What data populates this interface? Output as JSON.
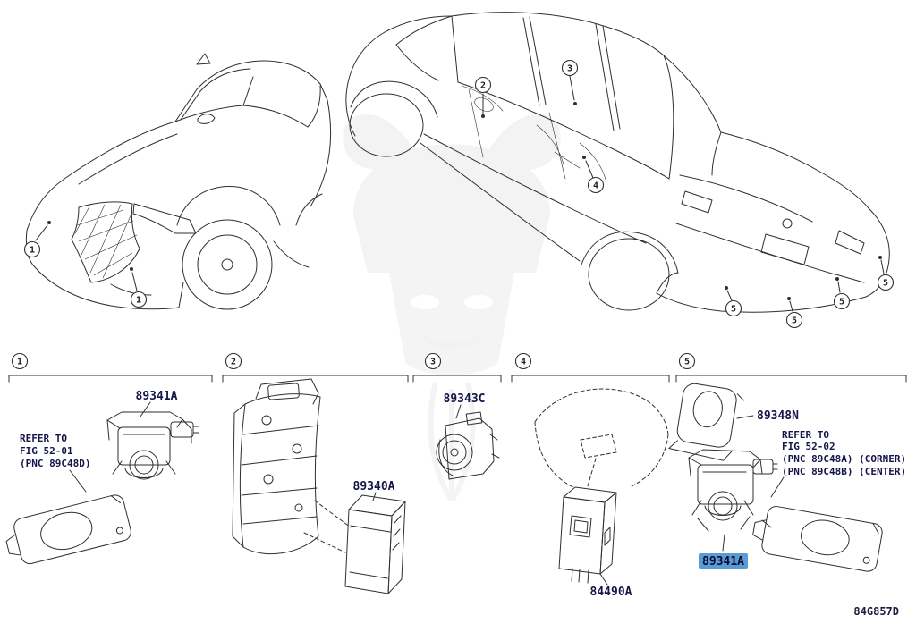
{
  "footer": {
    "diagram_code": "84G857D"
  },
  "callouts": {
    "n1": "1",
    "n2": "2",
    "n3": "3",
    "n4": "4",
    "n5": "5"
  },
  "sections": {
    "s1": {
      "callout": "1",
      "sensor_part": "89341A",
      "note_line1": "REFER TO",
      "note_line2": "FIG 52-01",
      "note_line3": "(PNC 89C48D)"
    },
    "s2": {
      "callout": "2",
      "ecu_part": "89340A"
    },
    "s3": {
      "callout": "3",
      "sensor_part": "89343C"
    },
    "s4": {
      "callout": "4",
      "switch_part": "84490A"
    },
    "s5": {
      "callout": "5",
      "retainer_part": "89348N",
      "note_line1": "REFER TO",
      "note_line2": "FIG 52-02",
      "note_line3": "(PNC 89C48A) (CORNER)",
      "note_line4": "(PNC 89C48B) (CENTER)",
      "sensor_part_selected": "89341A"
    }
  },
  "colors": {
    "line": "#2f2f2f",
    "part_text": "#15154a",
    "highlight": "#5b9bd5"
  }
}
